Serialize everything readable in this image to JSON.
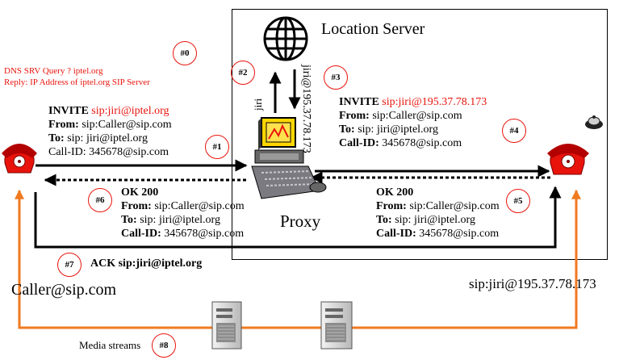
{
  "location_server": {
    "title": "Location Server"
  },
  "proxy": {
    "label": "Proxy"
  },
  "dns": {
    "query": "DNS SRV Query ? iptel.org",
    "reply": "Reply: IP Address of iptel.org SIP Server"
  },
  "vertical_labels": {
    "up": "jiri",
    "down": "jiri@195.37.78.173"
  },
  "invite1": {
    "method": "INVITE",
    "uri": "sip:jiri@iptel.org",
    "from_label": "From:",
    "from": "sip:Caller@sip.com",
    "to_label": "To:",
    "to": "sip: jiri@iptel.org",
    "callid_label": "Call-ID:",
    "callid": "345678@sip.com"
  },
  "invite2": {
    "method": "INVITE",
    "uri": "sip:jiri@195.37.78.173",
    "from_label": "From:",
    "from": "sip:Caller@sip.com",
    "to_label": "To:",
    "to": "sip: jiri@iptel.org",
    "callid_label": "Call-ID:",
    "callid": "345678@sip.com"
  },
  "ok_left": {
    "status": "OK 200",
    "from_label": "From:",
    "from": "sip:Caller@sip.com",
    "to_label": "To:",
    "to": "sip: jiri@iptel.org",
    "callid_label": "Call-ID:",
    "callid": "345678@sip.com"
  },
  "ok_right": {
    "status": "OK 200",
    "from_label": "From:",
    "from": "sip:Caller@sip.com",
    "to_label": "To:",
    "to": "sip: jiri@iptel.org",
    "callid_label": "Call-ID:",
    "callid": "345678@sip.com"
  },
  "ack": {
    "text": "ACK sip:jiri@iptel.org"
  },
  "endpoints": {
    "caller": "Caller@sip.com",
    "callee": "sip:jiri@195.37.78.173"
  },
  "media": {
    "label": "Media streams"
  },
  "steps": [
    "#0",
    "#1",
    "#2",
    "#3",
    "#4",
    "#5",
    "#6",
    "#7",
    "#8"
  ],
  "icons": {
    "globe": "globe-icon",
    "proxy": "proxy-computer-icon",
    "caller_phone": "telephone-icon",
    "callee_phone": "telephone-icon",
    "servers": "server-icon",
    "bell": "bell-icon"
  },
  "colors": {
    "label_red": "#e8140c",
    "media_orange": "#f07a20",
    "arrow": "#000000"
  }
}
